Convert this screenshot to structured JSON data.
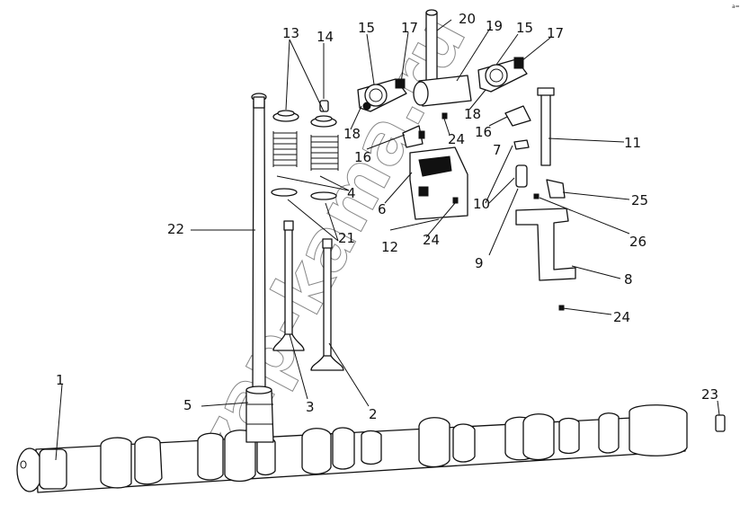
{
  "watermark": "zap-kama.ru",
  "corner_mark": "a=",
  "callouts": [
    {
      "id": "c1",
      "label": "1"
    },
    {
      "id": "c2",
      "label": "2"
    },
    {
      "id": "c3",
      "label": "3"
    },
    {
      "id": "c4",
      "label": "4"
    },
    {
      "id": "c5",
      "label": "5"
    },
    {
      "id": "c6",
      "label": "6"
    },
    {
      "id": "c7",
      "label": "7"
    },
    {
      "id": "c8",
      "label": "8"
    },
    {
      "id": "c9",
      "label": "9"
    },
    {
      "id": "c10",
      "label": "10"
    },
    {
      "id": "c11",
      "label": "11"
    },
    {
      "id": "c12",
      "label": "12"
    },
    {
      "id": "c13",
      "label": "13"
    },
    {
      "id": "c14",
      "label": "14"
    },
    {
      "id": "c15a",
      "label": "15"
    },
    {
      "id": "c15b",
      "label": "15"
    },
    {
      "id": "c16a",
      "label": "16"
    },
    {
      "id": "c16b",
      "label": "16"
    },
    {
      "id": "c17a",
      "label": "17"
    },
    {
      "id": "c17b",
      "label": "17"
    },
    {
      "id": "c18a",
      "label": "18"
    },
    {
      "id": "c18b",
      "label": "18"
    },
    {
      "id": "c19",
      "label": "19"
    },
    {
      "id": "c20",
      "label": "20"
    },
    {
      "id": "c21",
      "label": "21"
    },
    {
      "id": "c22",
      "label": "22"
    },
    {
      "id": "c23",
      "label": "23"
    },
    {
      "id": "c24a",
      "label": "24"
    },
    {
      "id": "c24b",
      "label": "24"
    },
    {
      "id": "c24c",
      "label": "24"
    },
    {
      "id": "c25",
      "label": "25"
    },
    {
      "id": "c26",
      "label": "26"
    }
  ]
}
